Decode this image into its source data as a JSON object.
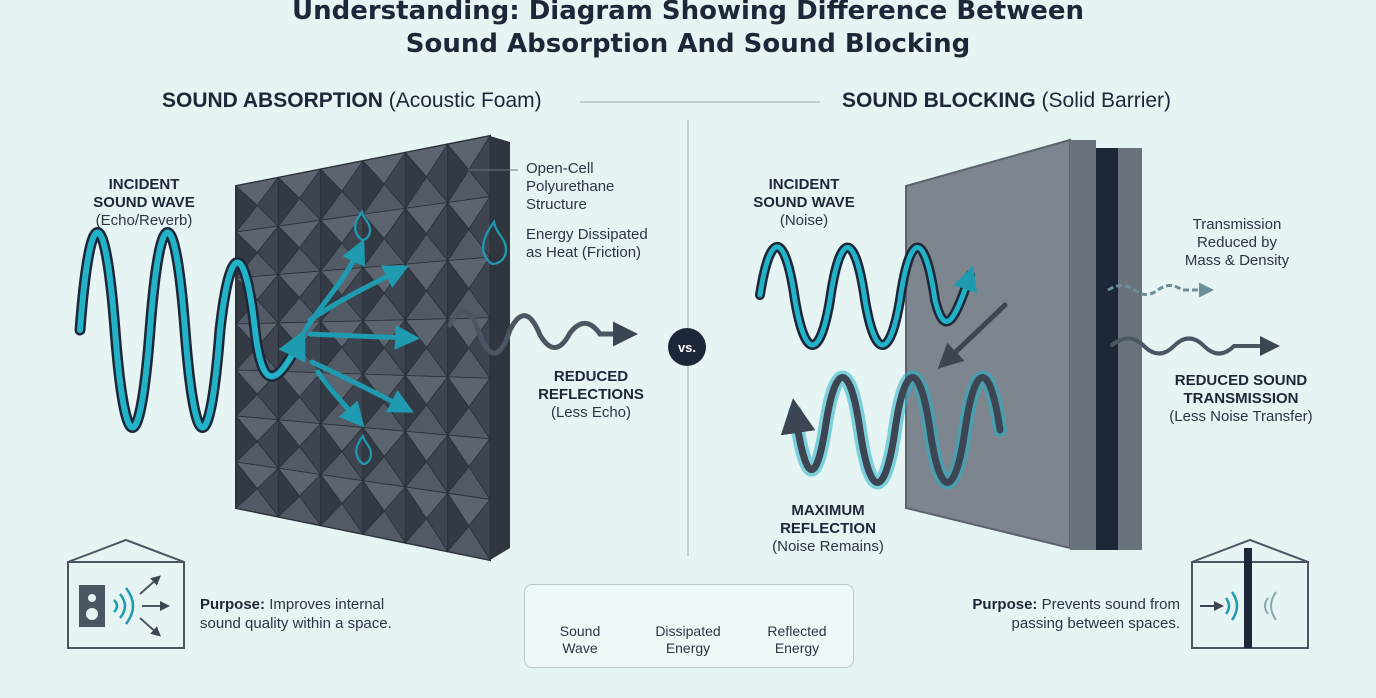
{
  "title": {
    "line1": "Understanding: Diagram Showing Difference Between",
    "line2": "Sound Absorption And Sound Blocking"
  },
  "absorption": {
    "heading_bold": "SOUND ABSORPTION",
    "heading_rest": "(Acoustic Foam)",
    "incident_bold1": "INCIDENT",
    "incident_bold2": "SOUND WAVE",
    "incident_sub": "(Echo/Reverb)",
    "structure1": "Open-Cell",
    "structure2": "Polyurethane",
    "structure3": "Structure",
    "energy1": "Energy Dissipated",
    "energy2": "as Heat (Friction)",
    "reduced_bold1": "REDUCED",
    "reduced_bold2": "REFLECTIONS",
    "reduced_sub": "(Less Echo)",
    "purpose_bold": "Purpose:",
    "purpose_line1": "Improves internal",
    "purpose_line2": "sound quality within a space."
  },
  "vs_label": "vs.",
  "blocking": {
    "heading_bold": "SOUND BLOCKING",
    "heading_rest": "(Solid Barrier)",
    "incident_bold1": "INCIDENT",
    "incident_bold2": "SOUND WAVE",
    "incident_sub": "(Noise)",
    "trans1": "Transmission",
    "trans2": "Reduced by",
    "trans3": "Mass & Density",
    "reduced_bold1": "REDUCED SOUND",
    "reduced_bold2": "TRANSMISSION",
    "reduced_sub": "(Less Noise Transfer)",
    "max_bold1": "MAXIMUM",
    "max_bold2": "REFLECTION",
    "max_sub": "(Noise Remains)",
    "purpose_bold": "Purpose:",
    "purpose_line1": "Prevents sound from",
    "purpose_line2": "passing between spaces."
  },
  "legend": {
    "sound1": "Sound",
    "sound2": "Wave",
    "dissipated1": "Dissipated",
    "dissipated2": "Energy",
    "reflected1": "Reflected",
    "reflected2": "Energy"
  },
  "colors": {
    "background": "#e6f4f3",
    "teal": "#1e9bb0",
    "dark": "#3d4553",
    "foam": "#4a5260",
    "barrier": "#7d858f"
  }
}
